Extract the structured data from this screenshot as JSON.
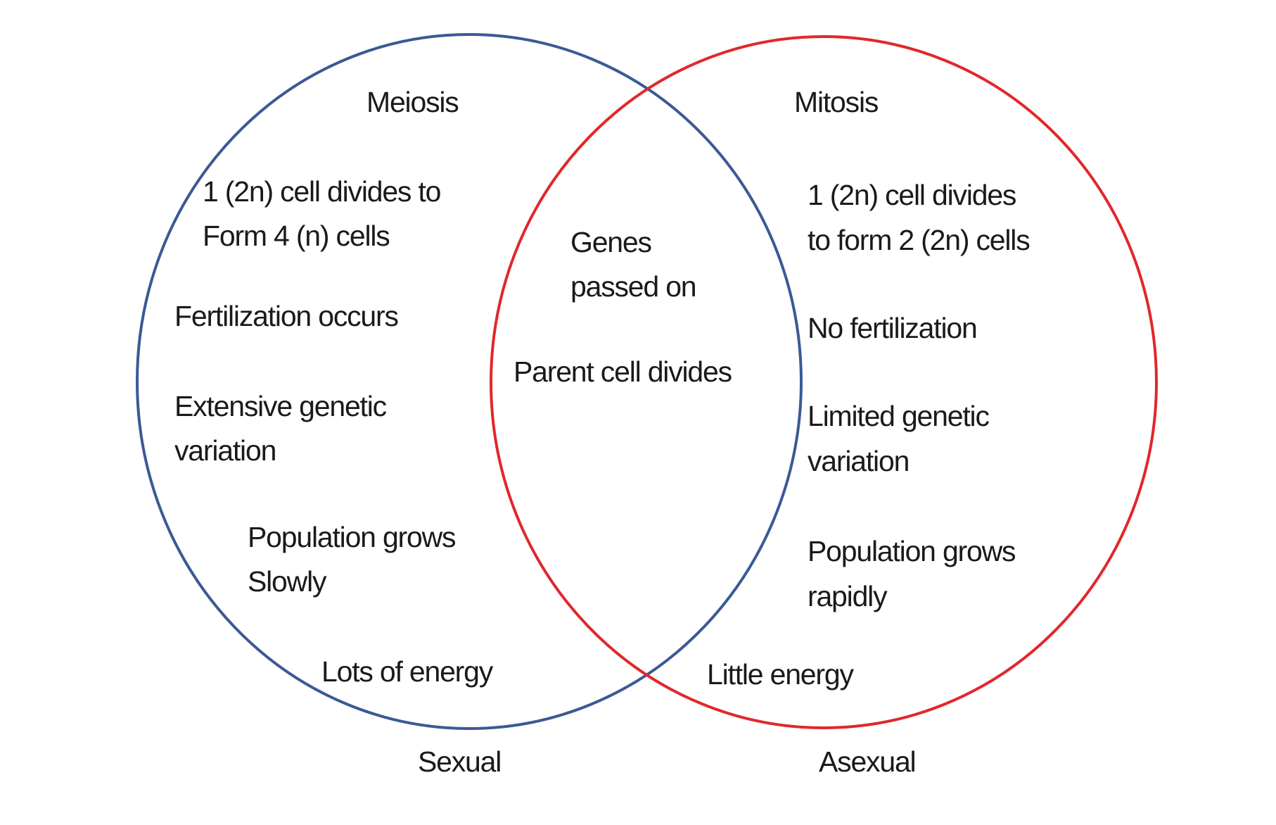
{
  "colors": {
    "sexual_circle": "#3a5a95",
    "asexual_circle": "#e0282c",
    "text": "#1a1a1a"
  },
  "left": {
    "title": "Meiosis",
    "items": [
      "1 (2n) cell divides to",
      "Form 4 (n) cells",
      "Fertilization occurs",
      "Extensive genetic",
      "variation",
      "Population grows",
      "Slowly",
      "Lots of energy"
    ],
    "label": "Sexual"
  },
  "right": {
    "title": "Mitosis",
    "items": [
      "1 (2n) cell divides",
      "to form 2 (2n) cells",
      "No fertilization",
      "Limited genetic",
      "variation",
      "Population grows",
      "rapidly",
      "Little energy"
    ],
    "label": "Asexual"
  },
  "overlap": {
    "items": [
      "Genes",
      "passed on",
      "Parent cell divides"
    ]
  }
}
